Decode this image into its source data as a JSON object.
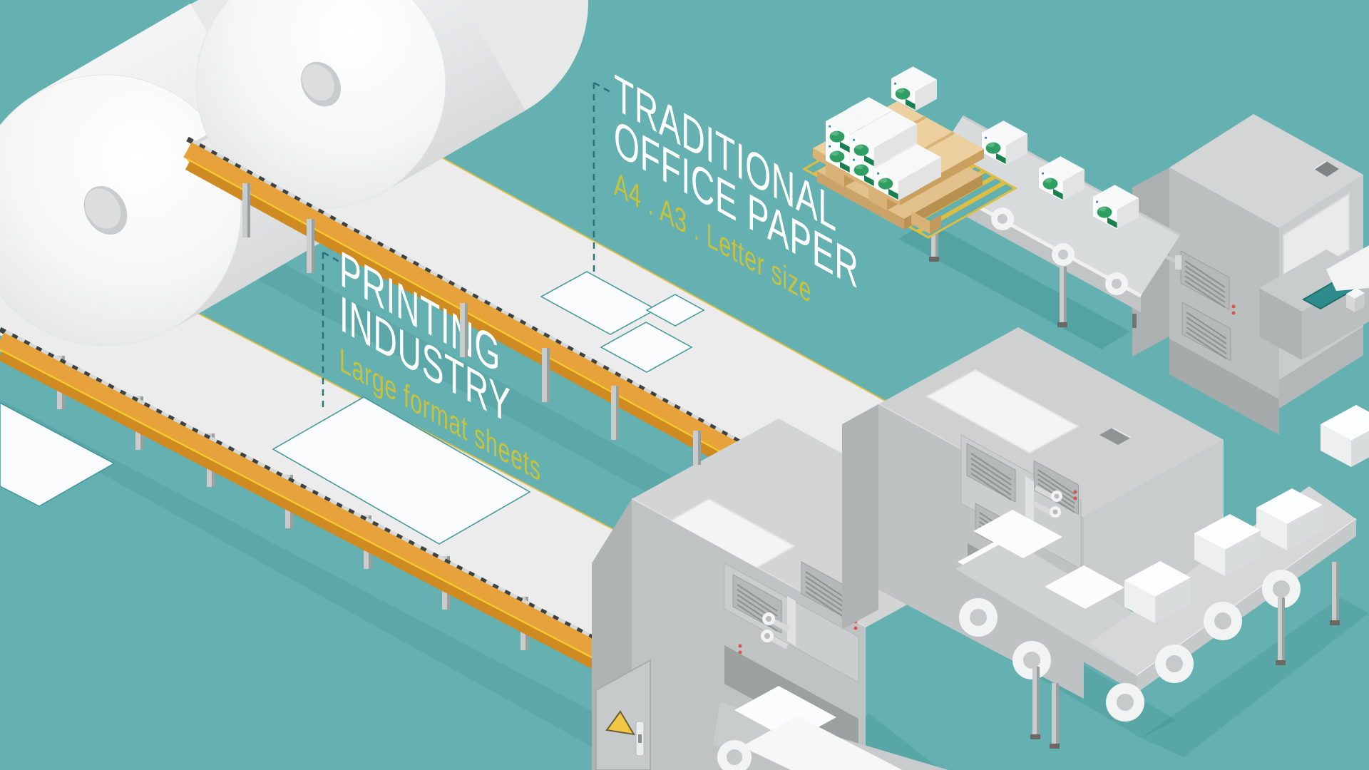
{
  "labels": {
    "office_paper": {
      "line1": "TRADITIONAL",
      "line2": "OFFICE PAPER",
      "subtitle": "A4 . A3 . Letter size"
    },
    "printing_industry": {
      "line1": "PRINTING",
      "line2": "INDUSTRY",
      "subtitle": "Large format sheets"
    }
  },
  "palette": {
    "background": "#65b1b1",
    "title_text": "#ffffff",
    "subtitle_text": "#c9c33c",
    "leader_line": "#2a7376",
    "conveyor_rail_orange": "#e8a23b",
    "rail_front_orange": "#cf8b22",
    "rail_stripe_yellow": "#f2cb2e",
    "hazard_dark": "#3c4341",
    "web_white": "#ececec",
    "sheet_white": "#fafcfe",
    "sheet_outline": "#3f969b",
    "machine_light": "#d3d5d5",
    "machine_mid": "#c0c3c3",
    "machine_dark": "#b0b3b3",
    "roller_white": "#f2f3f3",
    "pallet_wood": "#ecd0a0",
    "mat_stripe_yellow": "#debd41",
    "ream_label_green": "#2f9e62",
    "ream_band_green": "#17804e",
    "warning_yellow": "#f2c744",
    "indicator_red": "#d9534f",
    "slot_teal": "#2e8c8c"
  },
  "counts": {
    "paper_rolls": 2,
    "ream_packs_on_belt": 3,
    "ream_packs_on_pallet": 11,
    "sheet_stacks_on_out_conveyor": 3,
    "cut_sheet_outlines_upper_web": 3,
    "large_format_sheets_lower_web": 2
  }
}
